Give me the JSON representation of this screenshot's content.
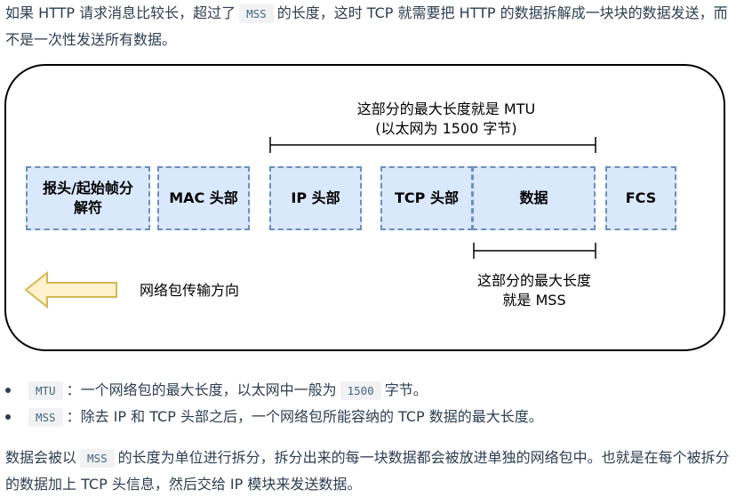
{
  "intro": {
    "part1": "如果 HTTP 请求消息比较长，超过了",
    "code": "MSS",
    "part2": "的长度，这时 TCP 就需要把 HTTP 的数据拆解成一块块的数据发送，而不是一次性发送所有数据。"
  },
  "diagram": {
    "mtu_label_line1": "这部分的最大长度就是 MTU",
    "mtu_label_line2": "(以太网为 1500 字节)",
    "boxes": {
      "preamble_line1": "报头/起始帧分",
      "preamble_line2": "解符",
      "mac": "MAC 头部",
      "ip": "IP 头部",
      "tcp": "TCP 头部",
      "data": "数据",
      "fcs": "FCS"
    },
    "mss_label_line1": "这部分的最大长度",
    "mss_label_line2": "就是 MSS",
    "direction_label": "网络包传输方向",
    "colors": {
      "box_fill": "#dae8fc",
      "box_border": "#6c8ebf",
      "arrow_fill": "#fff2cc",
      "arrow_border": "#d6b656"
    }
  },
  "list": [
    {
      "code": "MTU",
      "text1": "：一个网络包的最大长度，以太网中一般为",
      "code2": "1500",
      "text2": "字节。"
    },
    {
      "code": "MSS",
      "text1": "：除去 IP 和 TCP 头部之后，一个网络包所能容纳的 TCP 数据的最大长度。"
    }
  ],
  "outro": {
    "part1": "数据会被以",
    "code": "MSS",
    "part2": "的长度为单位进行拆分，拆分出来的每一块数据都会被放进单独的网络包中。也就是在每个被拆分的数据加上 TCP 头信息，然后交给 IP 模块来发送数据。"
  }
}
